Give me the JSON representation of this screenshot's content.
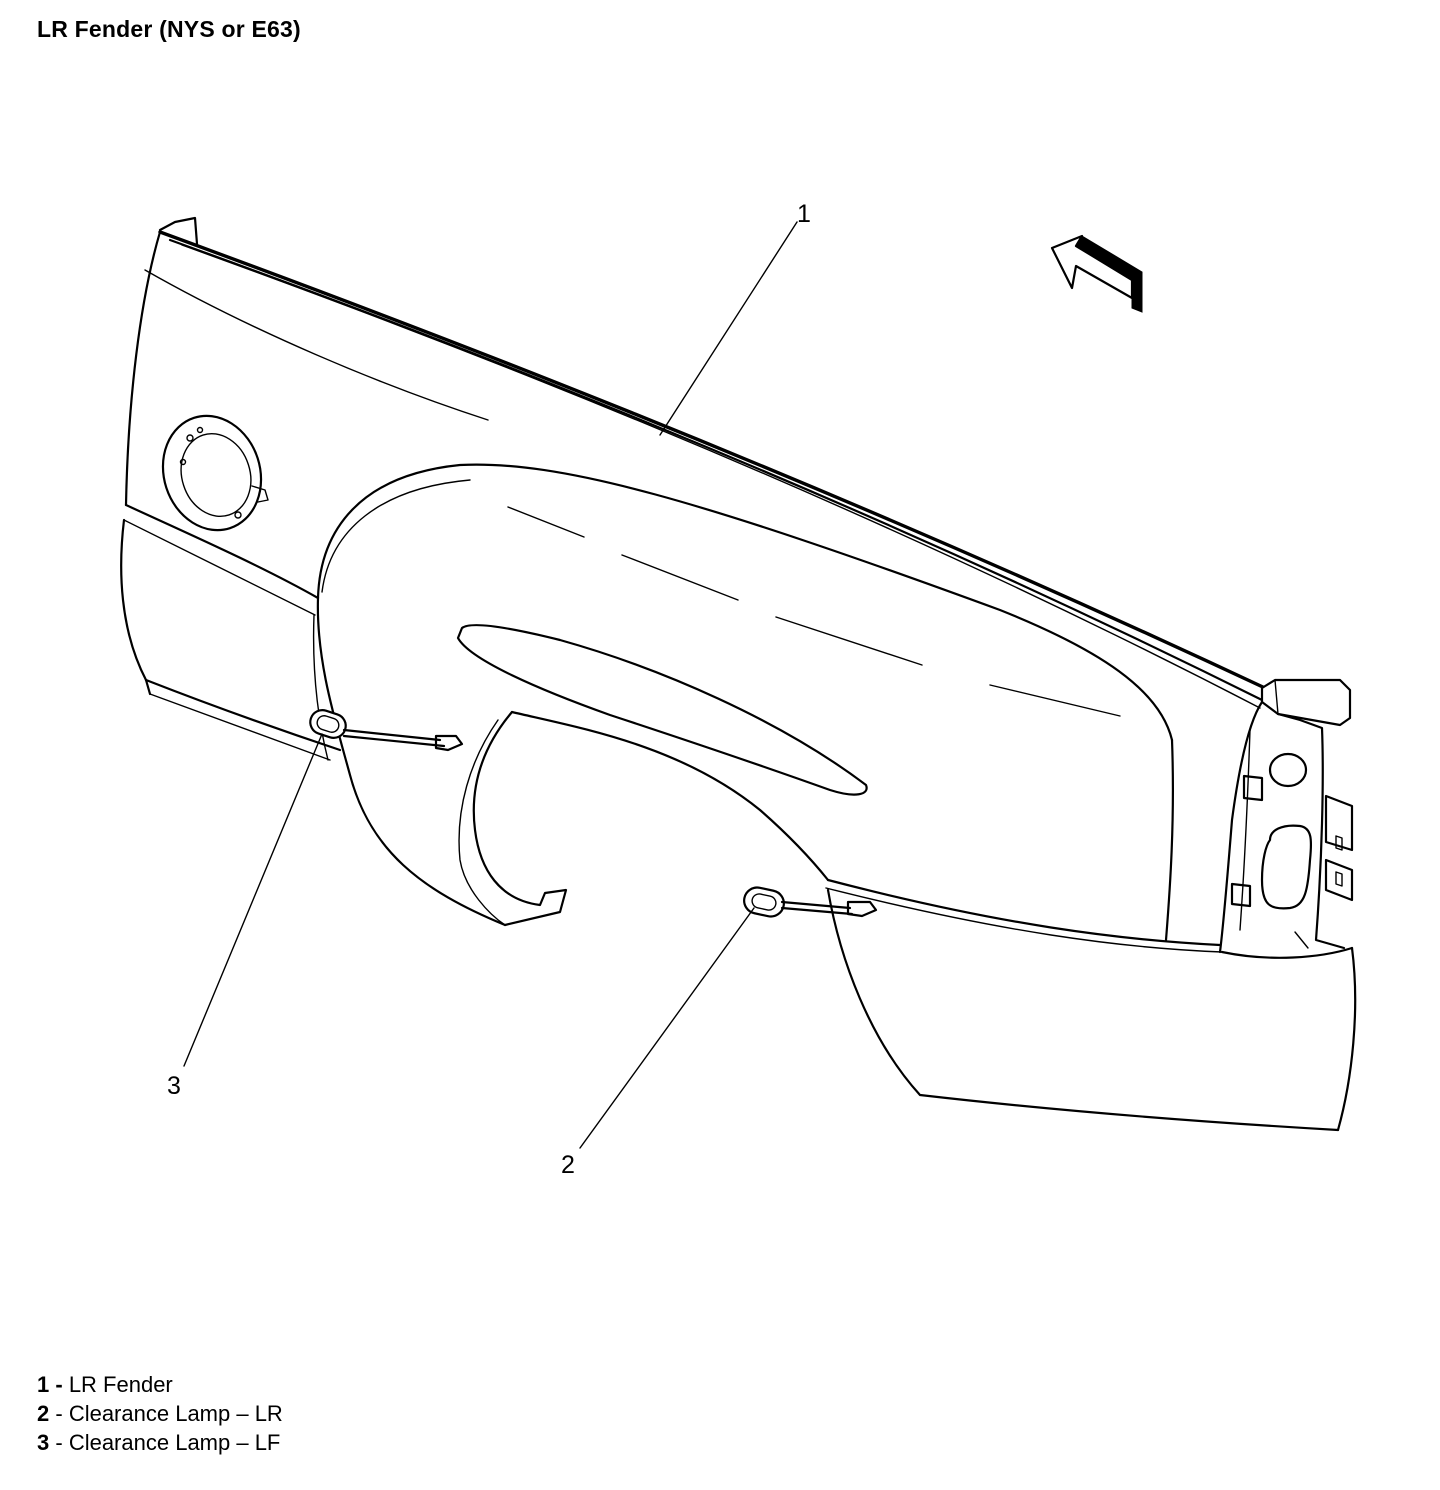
{
  "title": "LR Fender (NYS or E63)",
  "callouts": [
    {
      "number": "1",
      "label": "LR Fender"
    },
    {
      "number": "2",
      "label": "Clearance Lamp – LR"
    },
    {
      "number": "3",
      "label": "Clearance Lamp – LF"
    }
  ],
  "legend": [
    {
      "number": "1",
      "separator": " - ",
      "label": "LR Fender"
    },
    {
      "number": "2",
      "separator": " - ",
      "label": "Clearance Lamp – LR"
    },
    {
      "number": "3",
      "separator": " - ",
      "label": "Clearance Lamp – LF"
    }
  ],
  "icons": {
    "direction_arrow": "forward-arrow-icon"
  },
  "colors": {
    "ink": "#000000",
    "background": "#ffffff"
  }
}
